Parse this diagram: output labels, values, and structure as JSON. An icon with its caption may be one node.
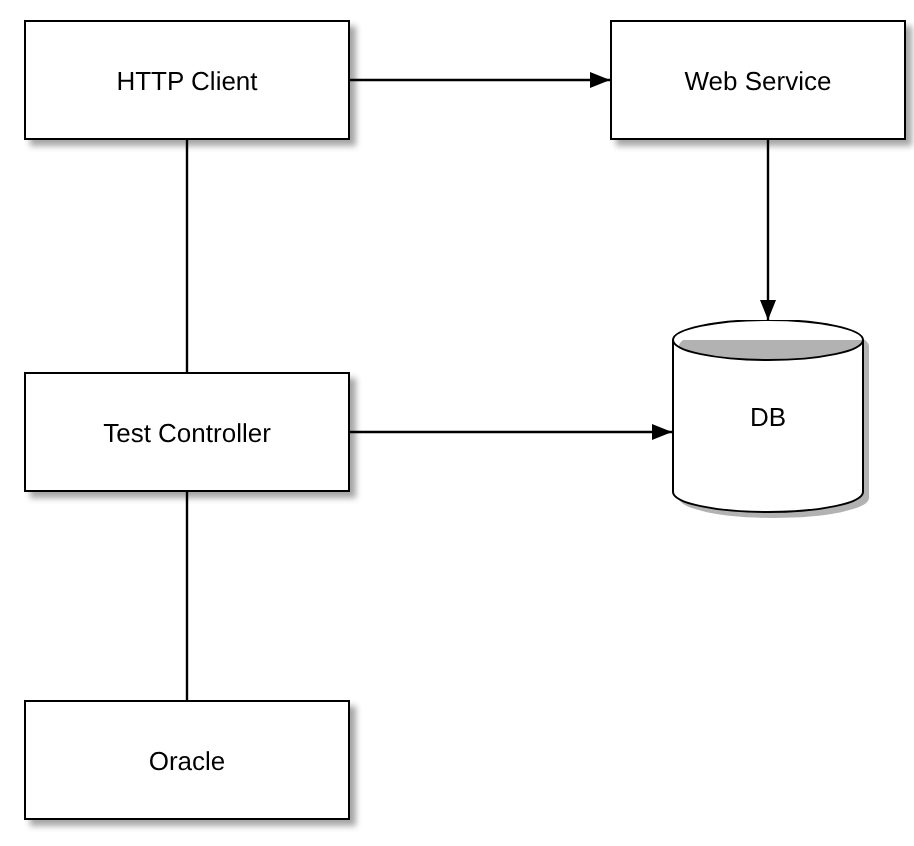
{
  "diagram": {
    "nodes": [
      {
        "text": [
          "HTTP Client"
        ]
      },
      {
        "text": [
          "Web Service"
        ]
      },
      {
        "text": [
          "Test Controller"
        ]
      },
      {
        "text": [
          "DB"
        ]
      },
      {
        "text": [
          "Oracle"
        ]
      }
    ],
    "edges": [
      {
        "from": 0,
        "to": 1,
        "arrow": "to"
      },
      {
        "from": 1,
        "to": 3,
        "arrow": "to"
      },
      {
        "from": 0,
        "to": 2,
        "arrow": "none"
      },
      {
        "from": 2,
        "to": 3,
        "arrow": "to"
      },
      {
        "from": 2,
        "to": 4,
        "arrow": "none"
      }
    ]
  }
}
